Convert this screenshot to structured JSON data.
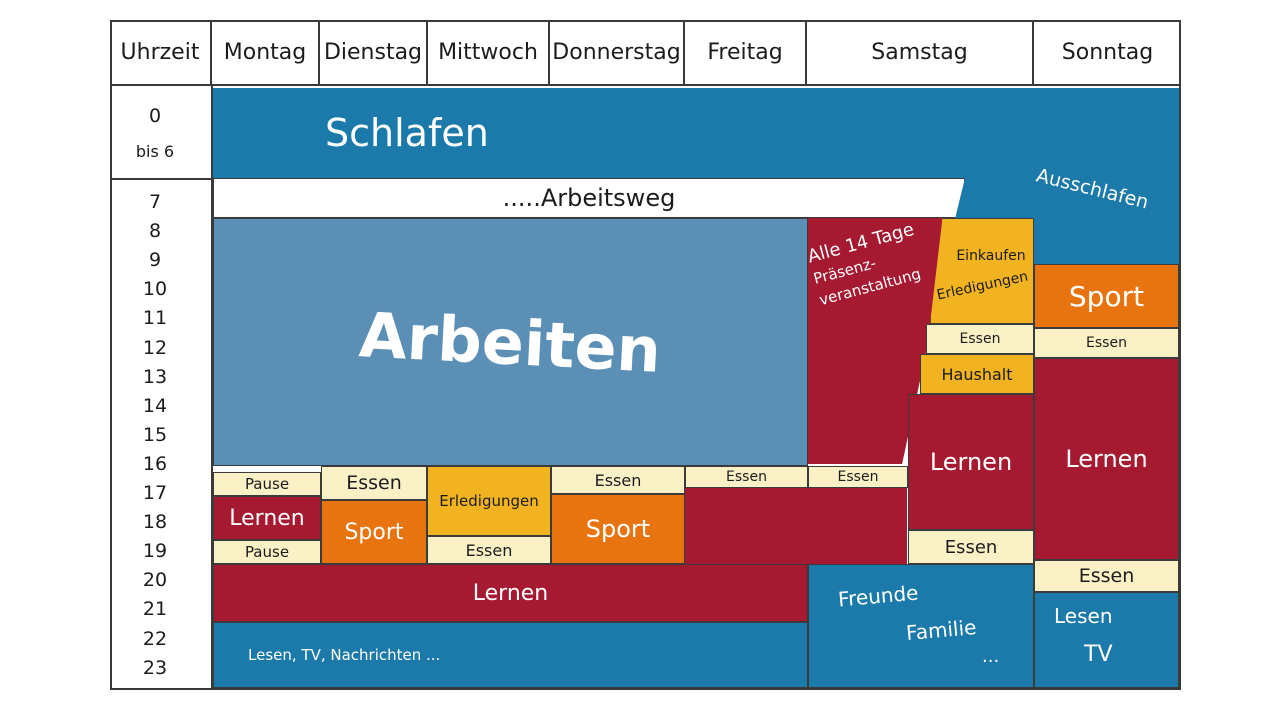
{
  "header": {
    "time_label": "Uhrzeit",
    "days": [
      "Montag",
      "Dienstag",
      "Mittwoch",
      "Donnerstag",
      "Freitag",
      "Samstag",
      "Sonntag"
    ]
  },
  "hours": {
    "night_start": "0",
    "night_end": "bis 6",
    "list": [
      "7",
      "8",
      "9",
      "10",
      "11",
      "12",
      "13",
      "14",
      "15",
      "16",
      "17",
      "18",
      "19",
      "20",
      "21",
      "22",
      "23"
    ]
  },
  "blocks": {
    "sleep": "Schlafen",
    "commute": ".....Arbeitsweg",
    "sleep_in": "Ausschlafen",
    "work": "Arbeiten",
    "biweekly_line1": "Alle 14 Tage",
    "biweekly_line2": "Präsenz-",
    "biweekly_line3": "veranstaltung",
    "shopping": "Einkaufen",
    "errands": "Erledigungen",
    "meal": "Essen",
    "household": "Haushalt",
    "sport": "Sport",
    "break": "Pause",
    "learning": "Lernen",
    "friends": "Freunde",
    "family": "Familie",
    "ellipsis": "...",
    "reading_tv_news": "Lesen, TV, Nachrichten ...",
    "reading": "Lesen",
    "tv": "TV"
  },
  "colors": {
    "blue": "#1b7aa9",
    "light_blue": "#5b8fb5",
    "red": "#a51931",
    "orange": "#e8740f",
    "yellow": "#f1b320",
    "cream": "#fbf1c6"
  }
}
